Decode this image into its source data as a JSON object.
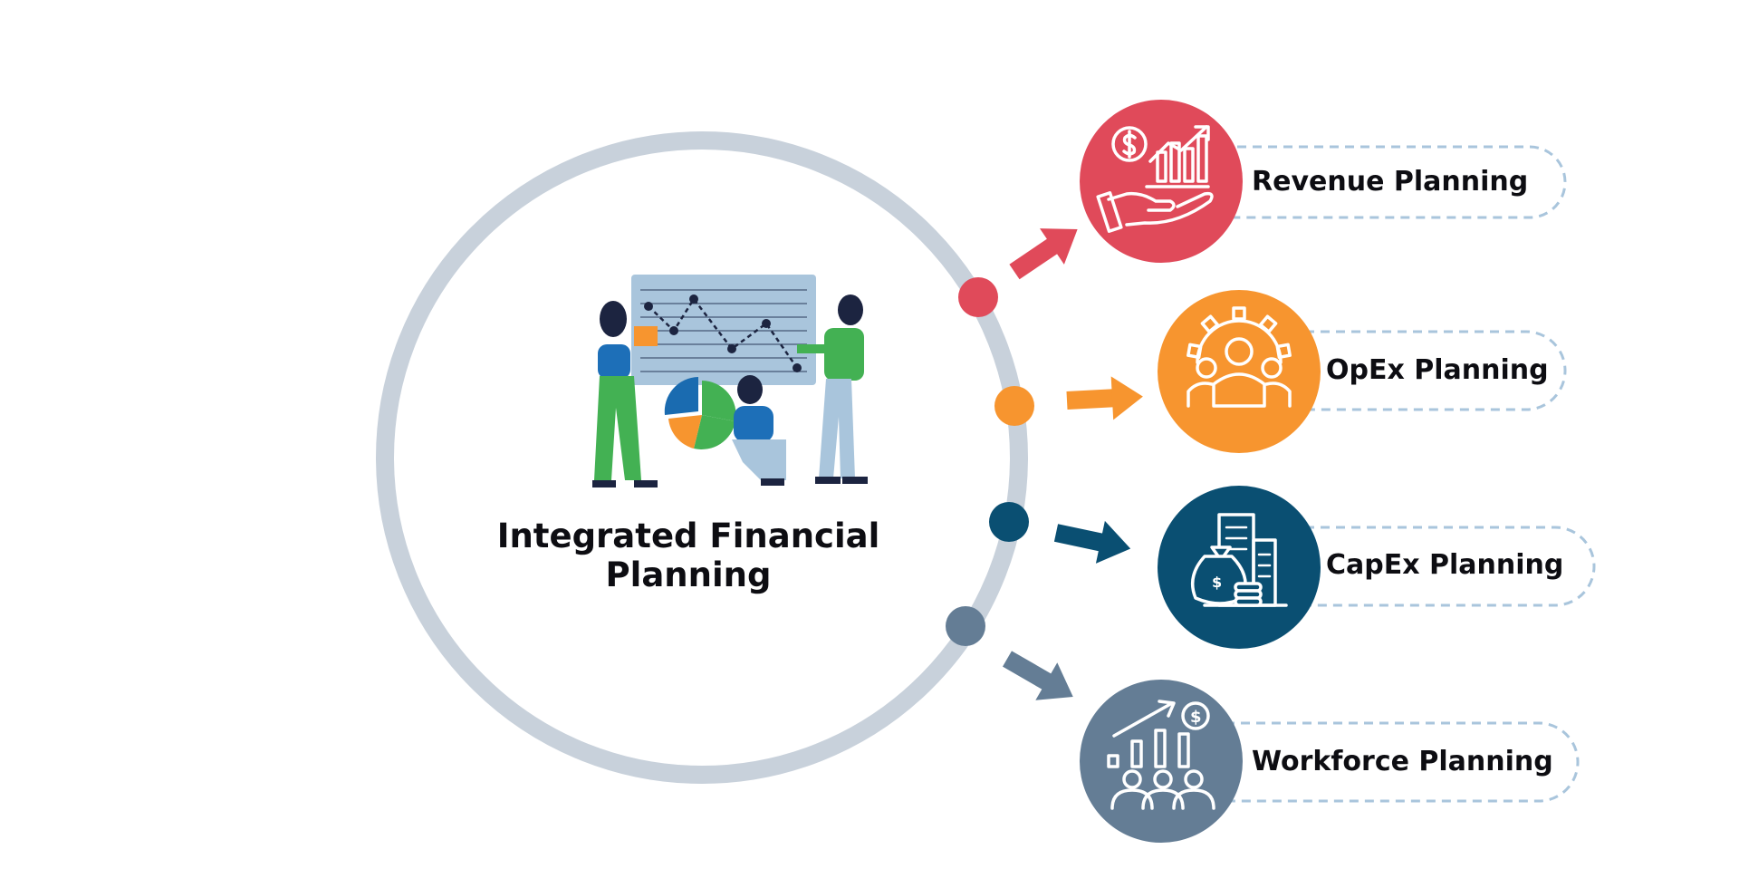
{
  "center": {
    "title": "Integrated Financial Planning",
    "icon": "team-analytics-illustration"
  },
  "items": [
    {
      "label": "Revenue Planning",
      "icon": "revenue-growth-hand-icon",
      "color": "#e04a5a"
    },
    {
      "label": "OpEx Planning",
      "icon": "team-gear-icon",
      "color": "#f7952f"
    },
    {
      "label": "CapEx Planning",
      "icon": "buildings-money-bag-icon",
      "color": "#0a4f72"
    },
    {
      "label": "Workforce Planning",
      "icon": "people-growth-chart-icon",
      "color": "#647d95"
    }
  ],
  "colors": {
    "ring": "#c8d1db",
    "pill_border": "#a9c5dc",
    "text": "#0d0d12"
  }
}
